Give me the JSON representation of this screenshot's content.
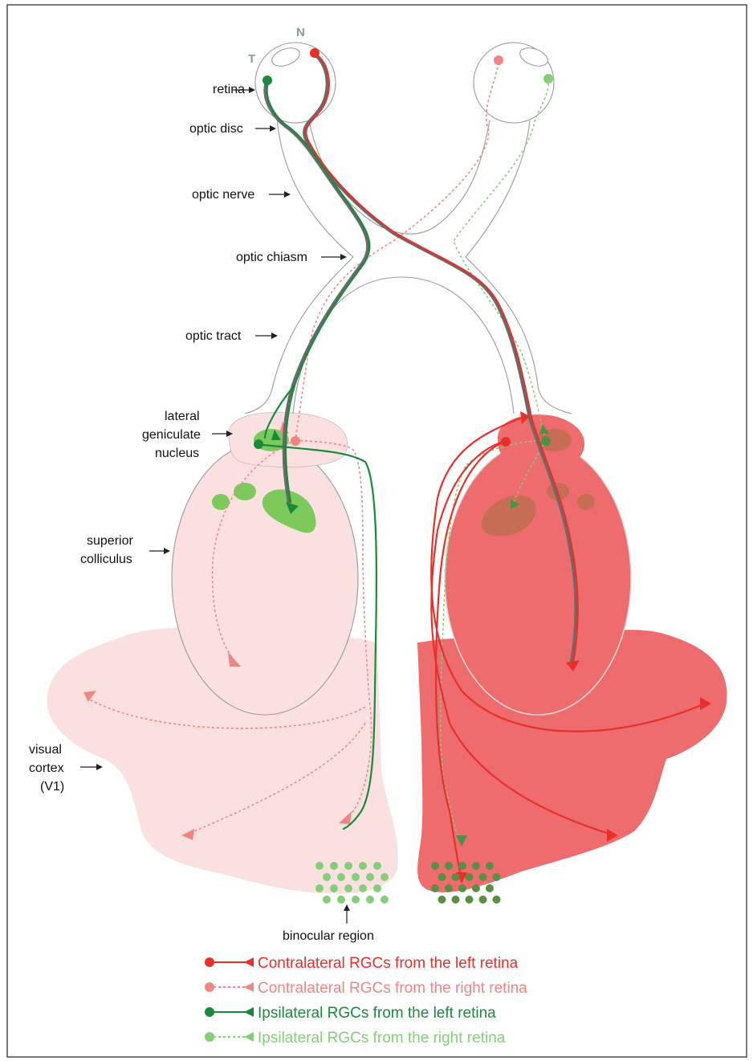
{
  "eye_labels": {
    "temporal": "T",
    "nasal": "N"
  },
  "anatomy_labels": {
    "retina": "retina",
    "optic_disc": "optic disc",
    "optic_nerve": "optic nerve",
    "optic_chiasm": "optic chiasm",
    "optic_tract": "optic tract",
    "lgn_line1": "lateral",
    "lgn_line2": "geniculate",
    "lgn_line3": "nucleus",
    "sc_line1": "superior",
    "sc_line2": "colliculus",
    "v1_line1": "visual",
    "v1_line2": "cortex",
    "v1_line3": "(V1)",
    "binocular": "binocular region"
  },
  "legend": [
    {
      "label": "Contralateral RGCs from the left retina",
      "color": "#e8302a",
      "dashed": false
    },
    {
      "label": "Contralateral RGCs from the right retina",
      "color": "#f08585",
      "dashed": true
    },
    {
      "label": "Ipsilateral RGCs from the left retina",
      "color": "#1a8a3a",
      "dashed": false
    },
    {
      "label": "Ipsilateral RGCs from the right retina",
      "color": "#86cd7a",
      "dashed": true
    }
  ],
  "colors": {
    "contra_left": "#e8302a",
    "contra_right": "#f08585",
    "ipsi_left": "#1a8a3a",
    "ipsi_right": "#86cd7a",
    "left_hemisphere_fill": "#fbe0e0",
    "right_hemisphere_fill": "#ee6b6e",
    "green_target": "#7cc95c",
    "grey_axon": "#6a6a6a"
  }
}
